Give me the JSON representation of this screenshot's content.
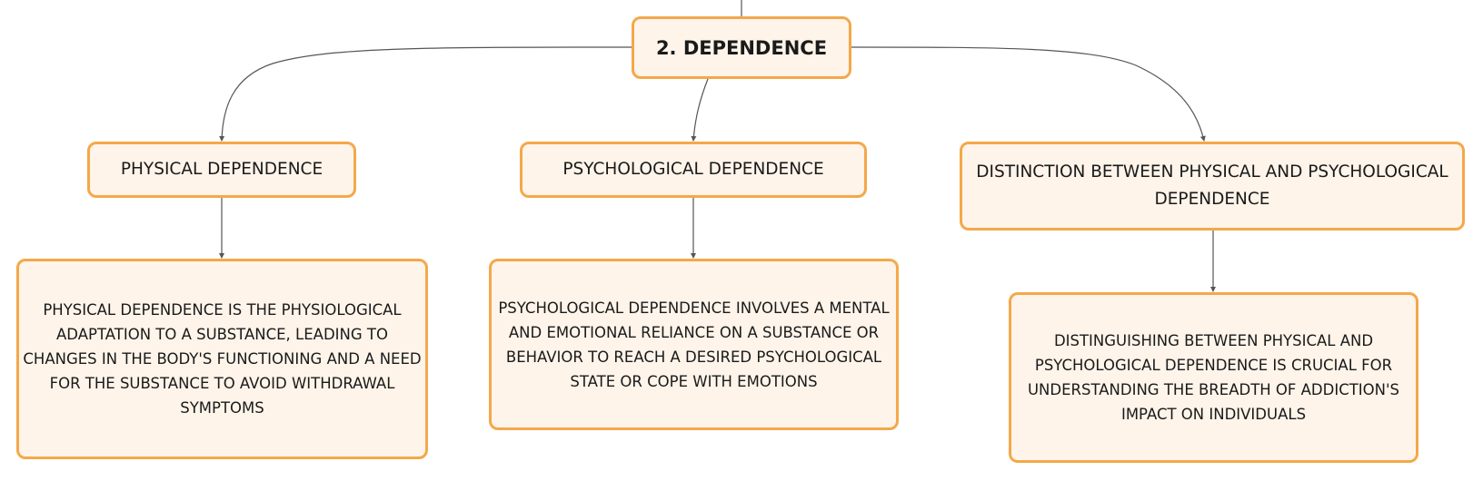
{
  "diagram": {
    "root": {
      "label": "2. DEPENDENCE"
    },
    "branches": [
      {
        "label": "PHYSICAL DEPENDENCE",
        "description": "PHYSICAL DEPENDENCE IS THE PHYSIOLOGICAL ADAPTATION TO A SUBSTANCE, LEADING TO CHANGES IN THE BODY'S FUNCTIONING AND A NEED FOR THE SUBSTANCE TO AVOID WITHDRAWAL SYMPTOMS"
      },
      {
        "label": "PSYCHOLOGICAL DEPENDENCE",
        "description": "PSYCHOLOGICAL DEPENDENCE INVOLVES A MENTAL AND EMOTIONAL RELIANCE ON A SUBSTANCE OR BEHAVIOR TO REACH A DESIRED PSYCHOLOGICAL STATE OR COPE WITH EMOTIONS"
      },
      {
        "label": "DISTINCTION BETWEEN PHYSICAL AND PSYCHOLOGICAL DEPENDENCE",
        "description": "DISTINGUISHING BETWEEN PHYSICAL AND PSYCHOLOGICAL DEPENDENCE IS CRUCIAL FOR UNDERSTANDING THE BREADTH OF ADDICTION'S IMPACT ON INDIVIDUALS"
      }
    ]
  },
  "colors": {
    "node_fill": "#fef4ea",
    "node_border": "#f4a84a",
    "connector": "#555555",
    "text": "#1a1a1a"
  }
}
